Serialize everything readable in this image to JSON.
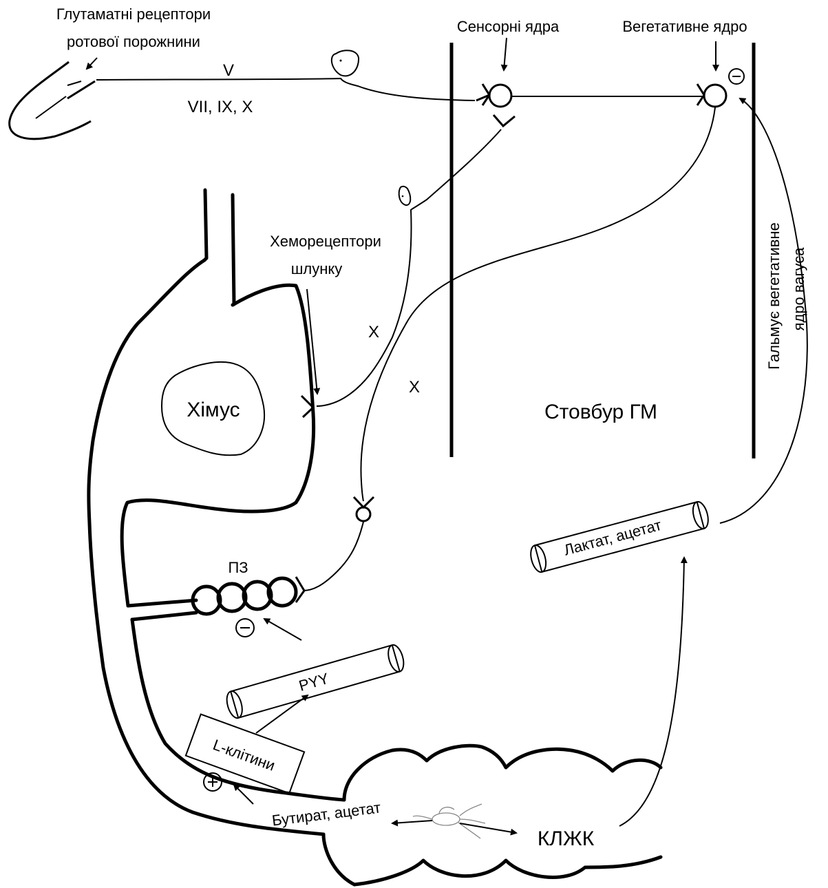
{
  "labels": {
    "oral_receptors_line1": "Глутаматні рецептори",
    "oral_receptors_line2": "ротової порожнини",
    "sensory_nuclei": "Сенсорні ядра",
    "vegetative_nucleus": "Вегетативне ядро",
    "nerve_v": "V",
    "nerves_vii_ix_x": "VII, IX, X",
    "gastric_chemoreceptors_line1": "Хеморецептори",
    "gastric_chemoreceptors_line2": "шлунку",
    "nerve_x_upper": "X",
    "nerve_x_lower": "X",
    "chyme": "Хімус",
    "brainstem": "Стовбур ГМ",
    "inhibitory_nucleus_line1": "Гальмує вегетативне",
    "inhibitory_nucleus_line2": "ядро вагуса",
    "pancreas": "ПЗ",
    "pyy": "PYY",
    "lactate_acetate": "Лактат, ацетат",
    "l_cells": "L-клітини",
    "butyrate_acetate": "Бутират, ацетат",
    "scfa": "КЛЖК",
    "minus_sign": "−",
    "plus_sign": "+"
  }
}
